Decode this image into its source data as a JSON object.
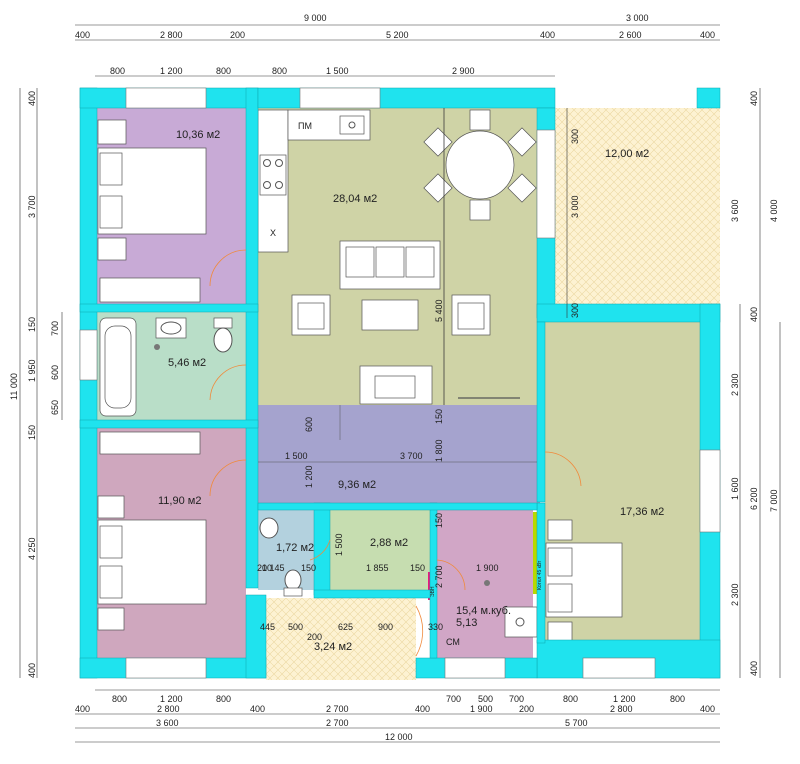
{
  "rooms": {
    "bedroom_nw": "10,36 м2",
    "kitchen_living": "28,04 м2",
    "terrace": "12,00 м2",
    "bathroom": "5,46 м2",
    "bedroom_sw": "11,90 м2",
    "hall": "9,36 м2",
    "wc": "1,72 м2",
    "vestibule": "2,88 м2",
    "boiler_volume": "15,4 м.куб.",
    "boiler_area": "5,13",
    "bedroom_e": "17,36 м2",
    "porch": "3,24 м2"
  },
  "labels": {
    "pm": "ПМ",
    "x": "Х",
    "sm": "СМ",
    "heater": "ЭВН",
    "boiler": "Котел 45 кВт"
  },
  "dims": {
    "top_total_left": "9 000",
    "top_total_right": "3 000",
    "top_a": [
      "400",
      "2 800",
      "200",
      "5 200",
      "400",
      "2 600",
      "400"
    ],
    "top_b": [
      "800",
      "1 200",
      "800",
      "800",
      "1 500",
      "2 900"
    ],
    "bottom_a": [
      "800",
      "1 200",
      "800",
      "700",
      "500",
      "700",
      "800",
      "1 200",
      "800"
    ],
    "bottom_b": [
      "400",
      "2 800",
      "400",
      "2 700",
      "400",
      "1 900",
      "200",
      "2 800",
      "400"
    ],
    "bottom_c": [
      "3 600",
      "2 700",
      "5 700"
    ],
    "bottom_total": "12 000",
    "left_total": "11 000",
    "left_a": [
      "400",
      "3 700",
      "150",
      "1 950",
      "150",
      "4 250",
      "400"
    ],
    "left_b": [
      "700",
      "600",
      "650"
    ],
    "right_total": "7 000",
    "right_a": [
      "400",
      "3 600",
      "4 000"
    ],
    "right_b": [
      "400",
      "2 300",
      "1 600",
      "2 300",
      "400"
    ],
    "right_c": "6 200",
    "inner": {
      "terrace_300a": "300",
      "terrace_3000": "3 000",
      "terrace_300b": "300",
      "living_5400": "5 400",
      "hall_600": "600",
      "hall_1500": "1 500",
      "hall_3700": "3 700",
      "hall_150": "150",
      "hall_1800": "1 800",
      "hall_1200": "1 200",
      "row_200": "200",
      "row_1145": "1 145",
      "row_150a": "150",
      "row_1855": "1 855",
      "row_150b": "150",
      "row_1900": "1 900",
      "vest_1500": "1 500",
      "boil_150": "150",
      "boil_2700": "2 700",
      "p_445": "445",
      "p_500": "500",
      "p_200": "200",
      "p_625": "625",
      "p_900": "900",
      "p_330": "330"
    }
  },
  "colors": {
    "wall": "#1fe3ee",
    "bedroom_nw": "#c8aad6",
    "living": "#cfd3a6",
    "bathroom": "#b9dec8",
    "bedroom_sw": "#cfa7be",
    "hall": "#a5a3ce",
    "wc": "#b3d1de",
    "vestibule": "#c6ddb0",
    "boiler": "#d1a6c6",
    "bedroom_e": "#cfd3a6",
    "terrace": "#fdf1cf"
  }
}
